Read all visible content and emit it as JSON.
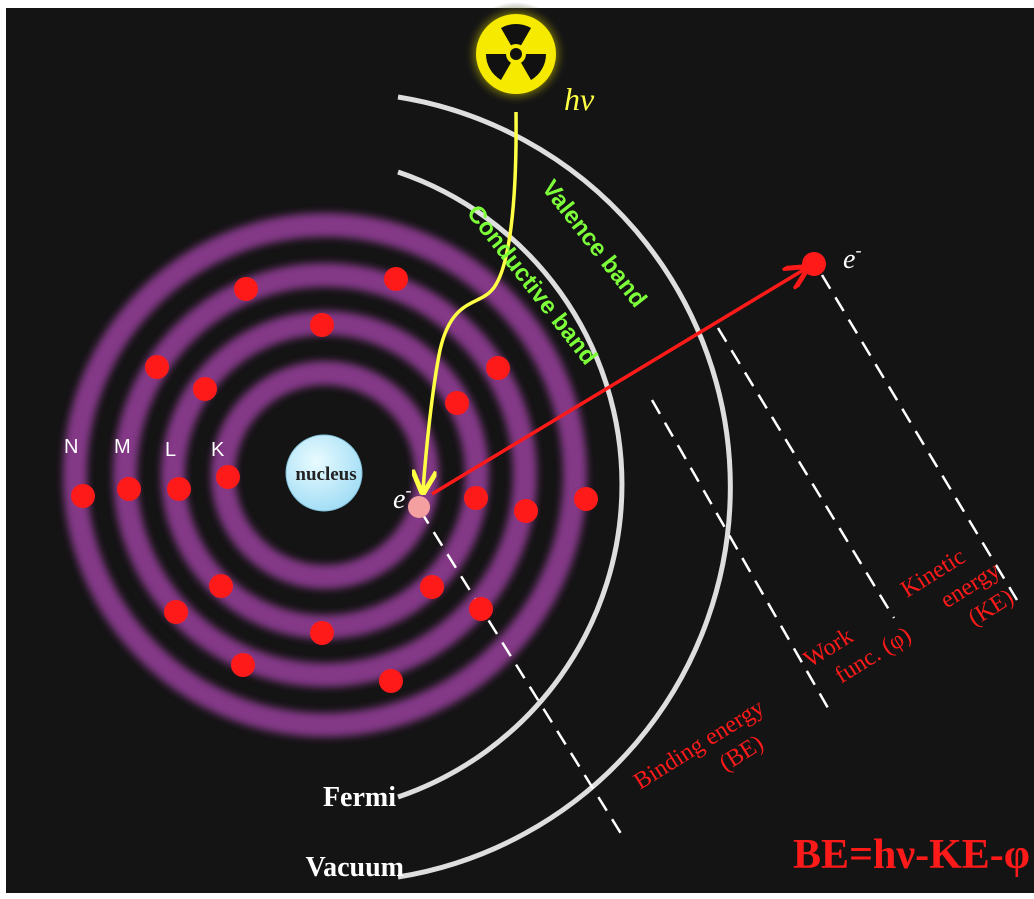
{
  "colors": {
    "background": "#141414",
    "shell": "#8a3a8e",
    "electron": "#ff1a1a",
    "band_arc": "#dedede",
    "photon": "#ffff44",
    "band_label": "#7dff3a",
    "annotation": "#ff1a1a",
    "nucleus": "#bfefff"
  },
  "labels": {
    "nucleus": "nucleus",
    "photon": "hν",
    "electron_symbol": "e",
    "electron_charge": "-",
    "valence_band": "Valence band",
    "conductive_band": "Conductive band",
    "fermi": "Fermi",
    "vacuum": "Vacuum",
    "binding_energy_line1": "Binding energy",
    "binding_energy_line2": "(BE)",
    "work_function_line1": "Work",
    "work_function_line2": "func. (φ)",
    "kinetic_energy_line1": "Kinetic",
    "kinetic_energy_line2": "energy",
    "kinetic_energy_line3": "(KE)",
    "formula": "BE=hν-KE-φ"
  },
  "shells": [
    {
      "name": "K"
    },
    {
      "name": "L"
    },
    {
      "name": "M"
    },
    {
      "name": "N"
    }
  ],
  "icons": {
    "radiation_source": "radiation-icon"
  }
}
